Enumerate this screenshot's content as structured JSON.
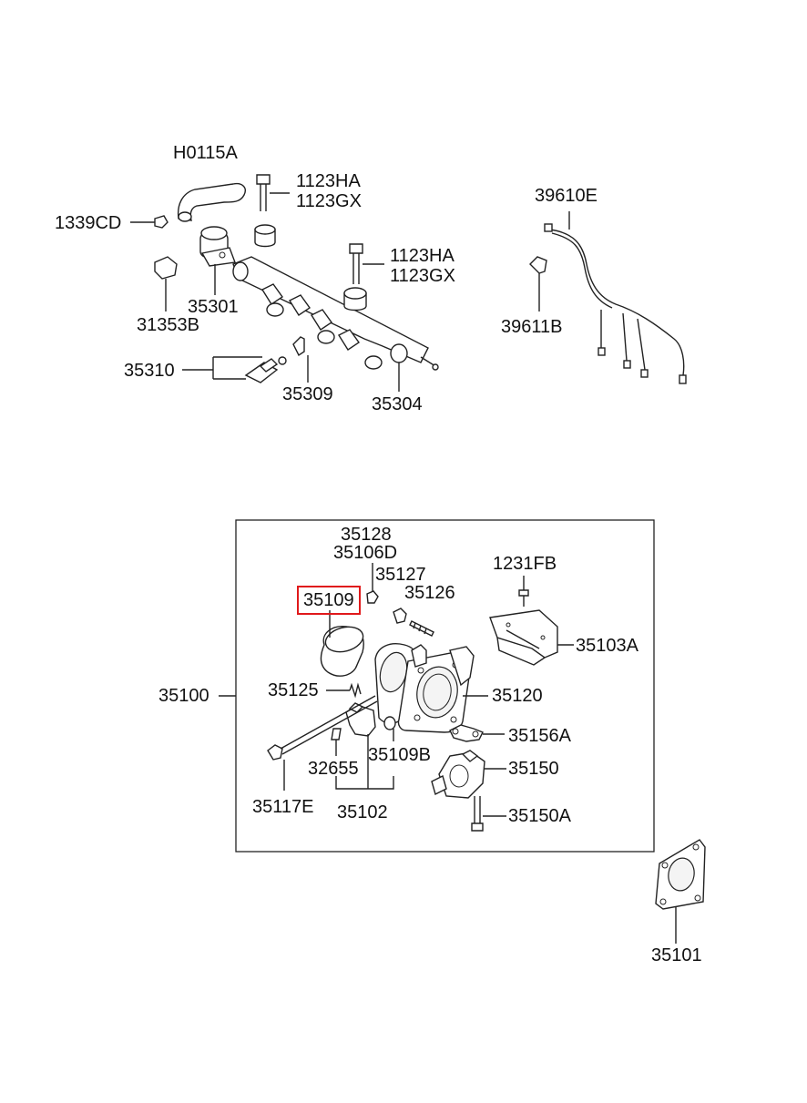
{
  "diagram": {
    "labels": {
      "h0115a": "H0115A",
      "ha_1": "1123HA",
      "gx_1": "1123GX",
      "cd_1339": "1339CD",
      "ha_2": "1123HA",
      "gx_2": "1123GX",
      "p35301": "35301",
      "p31353b": "31353B",
      "p35310": "35310",
      "p35309": "35309",
      "p35304": "35304",
      "p39610e": "39610E",
      "p39611b": "39611B",
      "p35128": "35128",
      "p35106d": "35106D",
      "p35127": "35127",
      "p35109": "35109",
      "p35126": "35126",
      "p1231fb": "1231FB",
      "p35103a": "35103A",
      "p35100": "35100",
      "p35125": "35125",
      "p35120": "35120",
      "p35156a": "35156A",
      "p32655": "32655",
      "p35109b": "35109B",
      "p35150": "35150",
      "p35117e": "35117E",
      "p35102": "35102",
      "p35150a": "35150A",
      "p35101": "35101"
    },
    "highlighted_part": "35109",
    "highlight_color": "#e0191b"
  }
}
